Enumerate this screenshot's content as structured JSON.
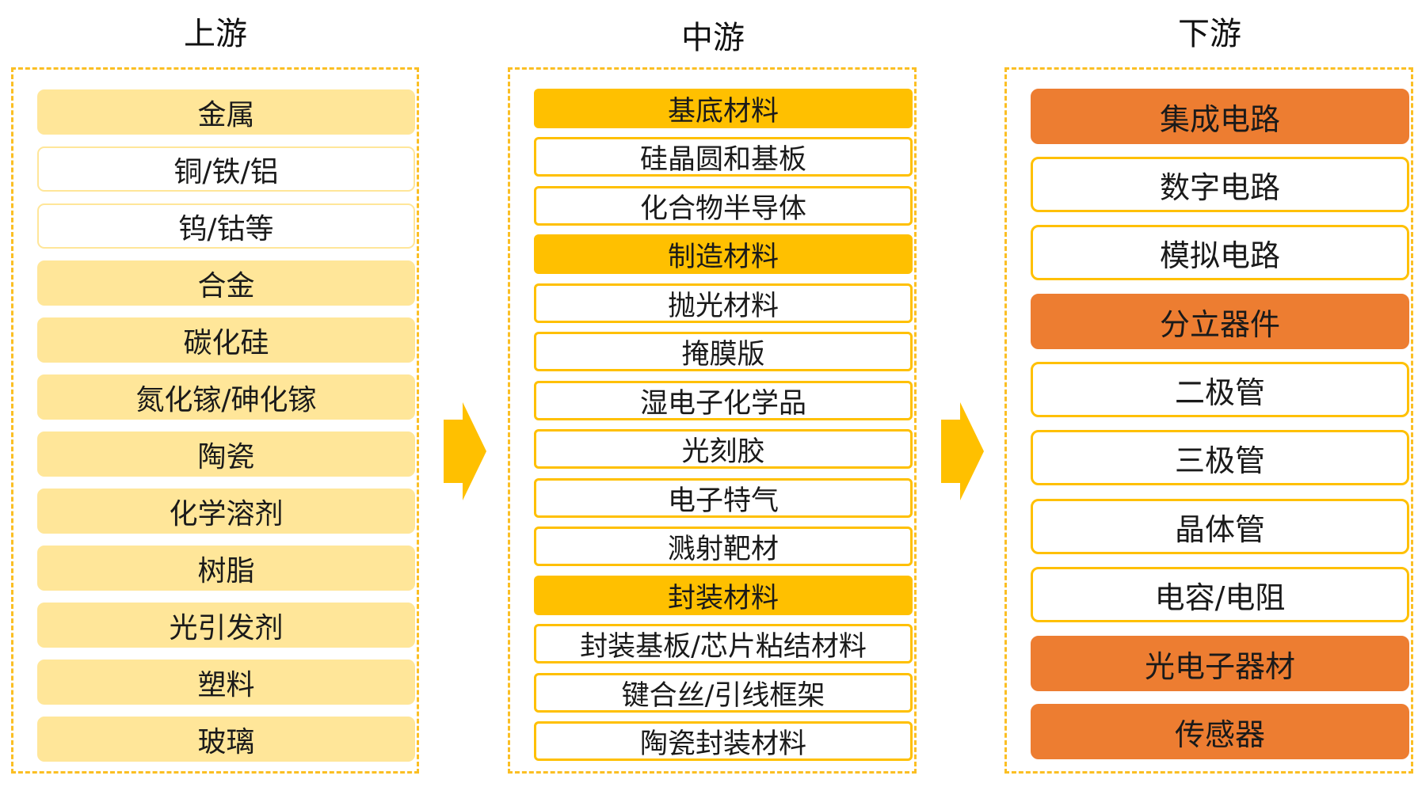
{
  "columns": [
    {
      "title": "上游",
      "items": [
        {
          "label": "金属",
          "type": "category"
        },
        {
          "label": "铜/铁/铝",
          "type": "item"
        },
        {
          "label": "钨/钴等",
          "type": "item"
        },
        {
          "label": "合金",
          "type": "category"
        },
        {
          "label": "碳化硅",
          "type": "category"
        },
        {
          "label": "氮化镓/砷化镓",
          "type": "category"
        },
        {
          "label": "陶瓷",
          "type": "category"
        },
        {
          "label": "化学溶剂",
          "type": "category"
        },
        {
          "label": "树脂",
          "type": "category"
        },
        {
          "label": "光引发剂",
          "type": "category"
        },
        {
          "label": "塑料",
          "type": "category"
        },
        {
          "label": "玻璃",
          "type": "category"
        }
      ]
    },
    {
      "title": "中游",
      "items": [
        {
          "label": "基底材料",
          "type": "category"
        },
        {
          "label": "硅晶圆和基板",
          "type": "item"
        },
        {
          "label": "化合物半导体",
          "type": "item"
        },
        {
          "label": "制造材料",
          "type": "category"
        },
        {
          "label": "抛光材料",
          "type": "item"
        },
        {
          "label": "掩膜版",
          "type": "item"
        },
        {
          "label": "湿电子化学品",
          "type": "item"
        },
        {
          "label": "光刻胶",
          "type": "item"
        },
        {
          "label": "电子特气",
          "type": "item"
        },
        {
          "label": "溅射靶材",
          "type": "item"
        },
        {
          "label": "封装材料",
          "type": "category"
        },
        {
          "label": "封装基板/芯片粘结材料",
          "type": "item"
        },
        {
          "label": "键合丝/引线框架",
          "type": "item"
        },
        {
          "label": "陶瓷封装材料",
          "type": "item"
        }
      ]
    },
    {
      "title": "下游",
      "items": [
        {
          "label": "集成电路",
          "type": "category"
        },
        {
          "label": "数字电路",
          "type": "item"
        },
        {
          "label": "模拟电路",
          "type": "item"
        },
        {
          "label": "分立器件",
          "type": "category"
        },
        {
          "label": "二极管",
          "type": "item"
        },
        {
          "label": "三极管",
          "type": "item"
        },
        {
          "label": "晶体管",
          "type": "item"
        },
        {
          "label": "电容/电阻",
          "type": "item"
        },
        {
          "label": "光电子器材",
          "type": "category"
        },
        {
          "label": "传感器",
          "type": "category"
        }
      ]
    }
  ],
  "colors": {
    "panel_border": "#fbbf24",
    "upstream_fill": "#ffe699",
    "midstream_fill": "#ffc000",
    "downstream_fill": "#ed7d31",
    "arrow": "#ffc000"
  }
}
